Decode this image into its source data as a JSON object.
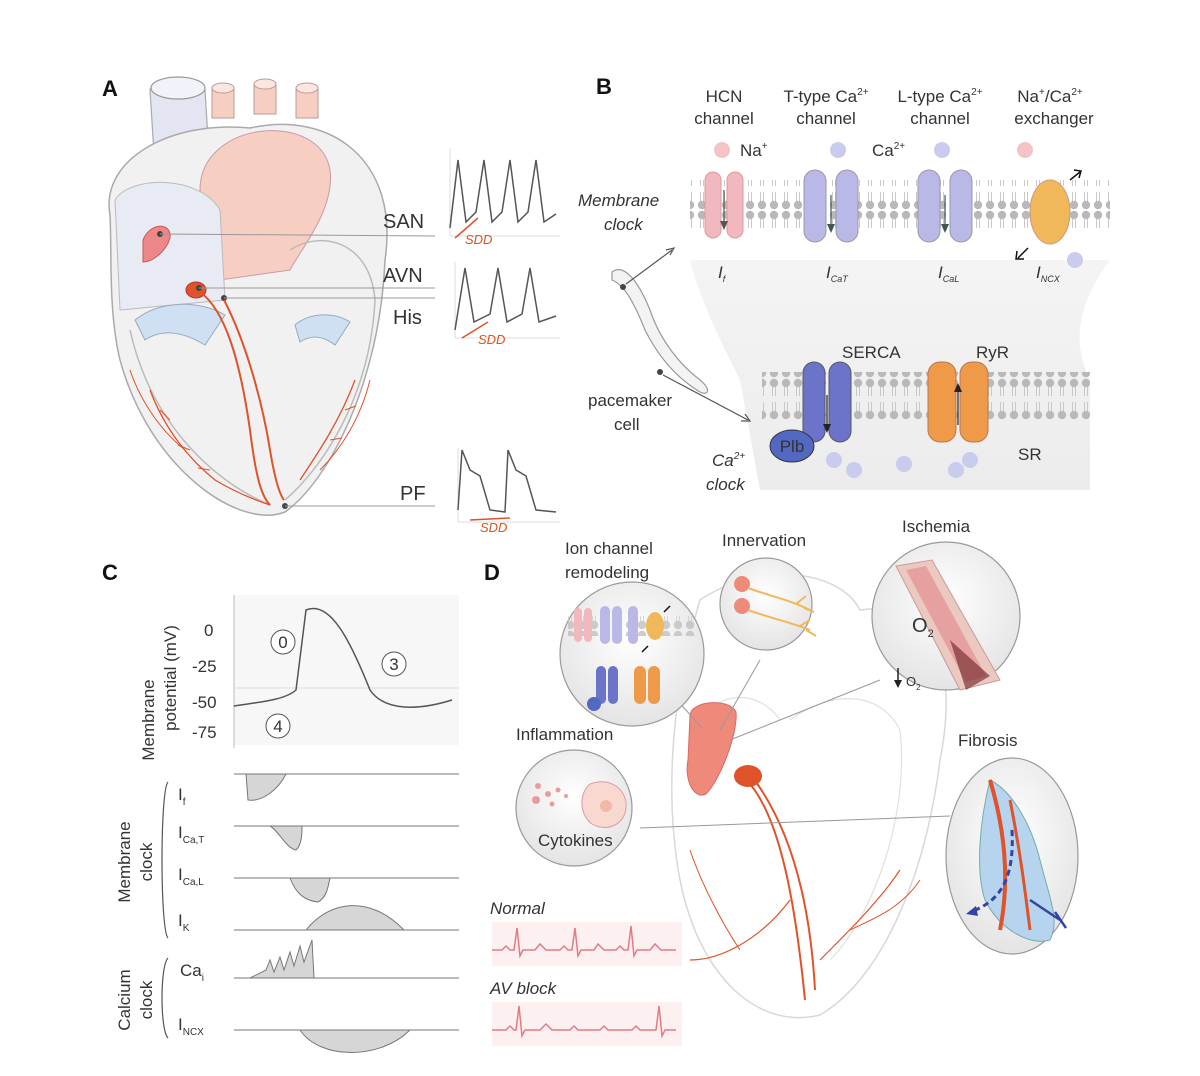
{
  "panels": {
    "a": "A",
    "b": "B",
    "c": "C",
    "d": "D"
  },
  "panel_a": {
    "san": "SAN",
    "avn": "AVN",
    "his": "His",
    "pf": "PF",
    "sdd": "SDD"
  },
  "panel_b": {
    "channels": [
      {
        "line1": "HCN",
        "line2": "channel",
        "current": "I",
        "sub": "f"
      },
      {
        "line1": "T-type Ca",
        "sup1": "2+",
        "line2": "channel",
        "current": "I",
        "sub": "CaT"
      },
      {
        "line1": "L-type Ca",
        "sup1": "2+",
        "line2": "channel",
        "current": "I",
        "sub": "CaL"
      },
      {
        "line1": "Na",
        "sup0": "+",
        "slash": "/Ca",
        "sup1": "2+",
        "line2": "exchanger",
        "current": "I",
        "sub": "NCX"
      }
    ],
    "ion_na": "Na",
    "ion_na_sup": "+",
    "ion_ca": "Ca",
    "ion_ca_sup": "2+",
    "membrane_clock": [
      "Membrane",
      "clock"
    ],
    "pacemaker_cell": [
      "pacemaker",
      "cell"
    ],
    "ca_clock": [
      "Ca",
      "clock"
    ],
    "ca_clock_sup": "2+",
    "serca": "SERCA",
    "ryr": "RyR",
    "plb": "Plb",
    "sr": "SR"
  },
  "panel_c": {
    "ylabel": [
      "Membrane",
      "potential (mV)"
    ],
    "yticks": [
      "0",
      "-25",
      "-50",
      "-75"
    ],
    "phases": [
      "0",
      "3",
      "4"
    ],
    "membrane_clock_label": [
      "Membrane",
      "clock"
    ],
    "calcium_clock_label": [
      "Calcium",
      "clock"
    ],
    "currents": [
      {
        "main": "I",
        "sub": "f"
      },
      {
        "main": "I",
        "sub": "Ca,T"
      },
      {
        "main": "I",
        "sub": "Ca,L"
      },
      {
        "main": "I",
        "sub": "K"
      },
      {
        "main": "Ca",
        "sub": "i"
      },
      {
        "main": "I",
        "sub": "NCX"
      }
    ]
  },
  "panel_d": {
    "ion_channel": [
      "Ion channel",
      "remodeling"
    ],
    "innervation": "Innervation",
    "ischemia": "Ischemia",
    "o2": "O",
    "o2_sub": "2",
    "inflammation": "Inflammation",
    "cytokines": "Cytokines",
    "fibrosis": "Fibrosis",
    "normal": "Normal",
    "av_block": "AV block"
  },
  "colors": {
    "conduction": "#e0522a",
    "hcn": "#f2b8bf",
    "ca_channel": "#b9b8e6",
    "ncx": "#f1b85a",
    "serca": "#6c74c9",
    "ryr": "#ef9a48",
    "heart_right": "#f6cfc2",
    "heart_left": "#dde0f0"
  }
}
